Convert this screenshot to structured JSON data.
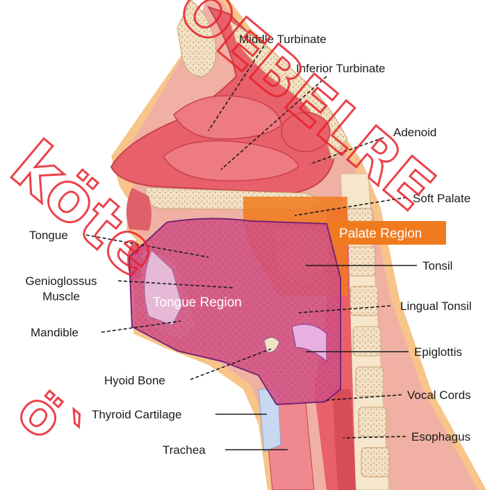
{
  "labels": {
    "middle_turbinate": "Middle Turbinate",
    "inferior_turbinate": "Inferior Turbinate",
    "adenoid": "Adenoid",
    "soft_palate": "Soft Palate",
    "tongue": "Tongue",
    "genioglossus_1": "Genioglossus",
    "genioglossus_2": "Muscle",
    "tonsil": "Tonsil",
    "lingual_tonsil": "Lingual Tonsil",
    "mandible": "Mandible",
    "epiglottis": "Epiglottis",
    "hyoid_bone": "Hyoid Bone",
    "vocal_cords": "Vocal Cords",
    "thyroid_cartilage": "Thyroid Cartilage",
    "esophagus": "Esophagus",
    "trachea": "Trachea"
  },
  "regions": {
    "palate": "Palate Region",
    "tongue": "Tongue Region"
  },
  "watermark": {
    "text_1": "köte",
    "text_2": "OEBELRE",
    "text_3": "ö`"
  },
  "colors": {
    "flesh": "#e8606a",
    "flesh_dark": "#c9404a",
    "flesh_light": "#f4a0a0",
    "bone": "#f2e1c4",
    "skin": "#f7c48a",
    "palate_region": "#f07a1e",
    "tongue_region": "#b0308c",
    "watermark": "#e8202a"
  }
}
